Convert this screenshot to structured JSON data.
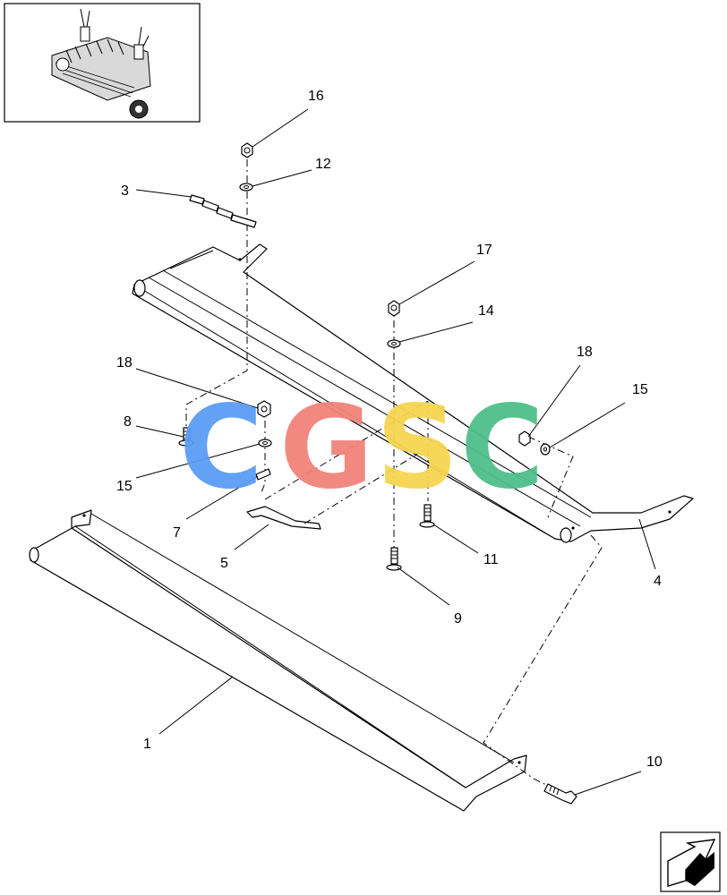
{
  "callouts": {
    "c1": "1",
    "c3": "3",
    "c4": "4",
    "c5": "5",
    "c7": "7",
    "c8": "8",
    "c9": "9",
    "c10": "10",
    "c11": "11",
    "c12": "12",
    "c14": "14",
    "c15a": "15",
    "c15b": "15",
    "c16": "16",
    "c17": "17",
    "c18a": "18",
    "c18b": "18"
  },
  "watermark": {
    "letters": [
      "C",
      "G",
      "S",
      "C"
    ],
    "colors": [
      "#5b9cf4",
      "#f2837b",
      "#f7d552",
      "#4fbf8a"
    ]
  },
  "icons": {
    "overview": "machine-overview-thumbnail",
    "next": "next-page-arrow-icon"
  }
}
